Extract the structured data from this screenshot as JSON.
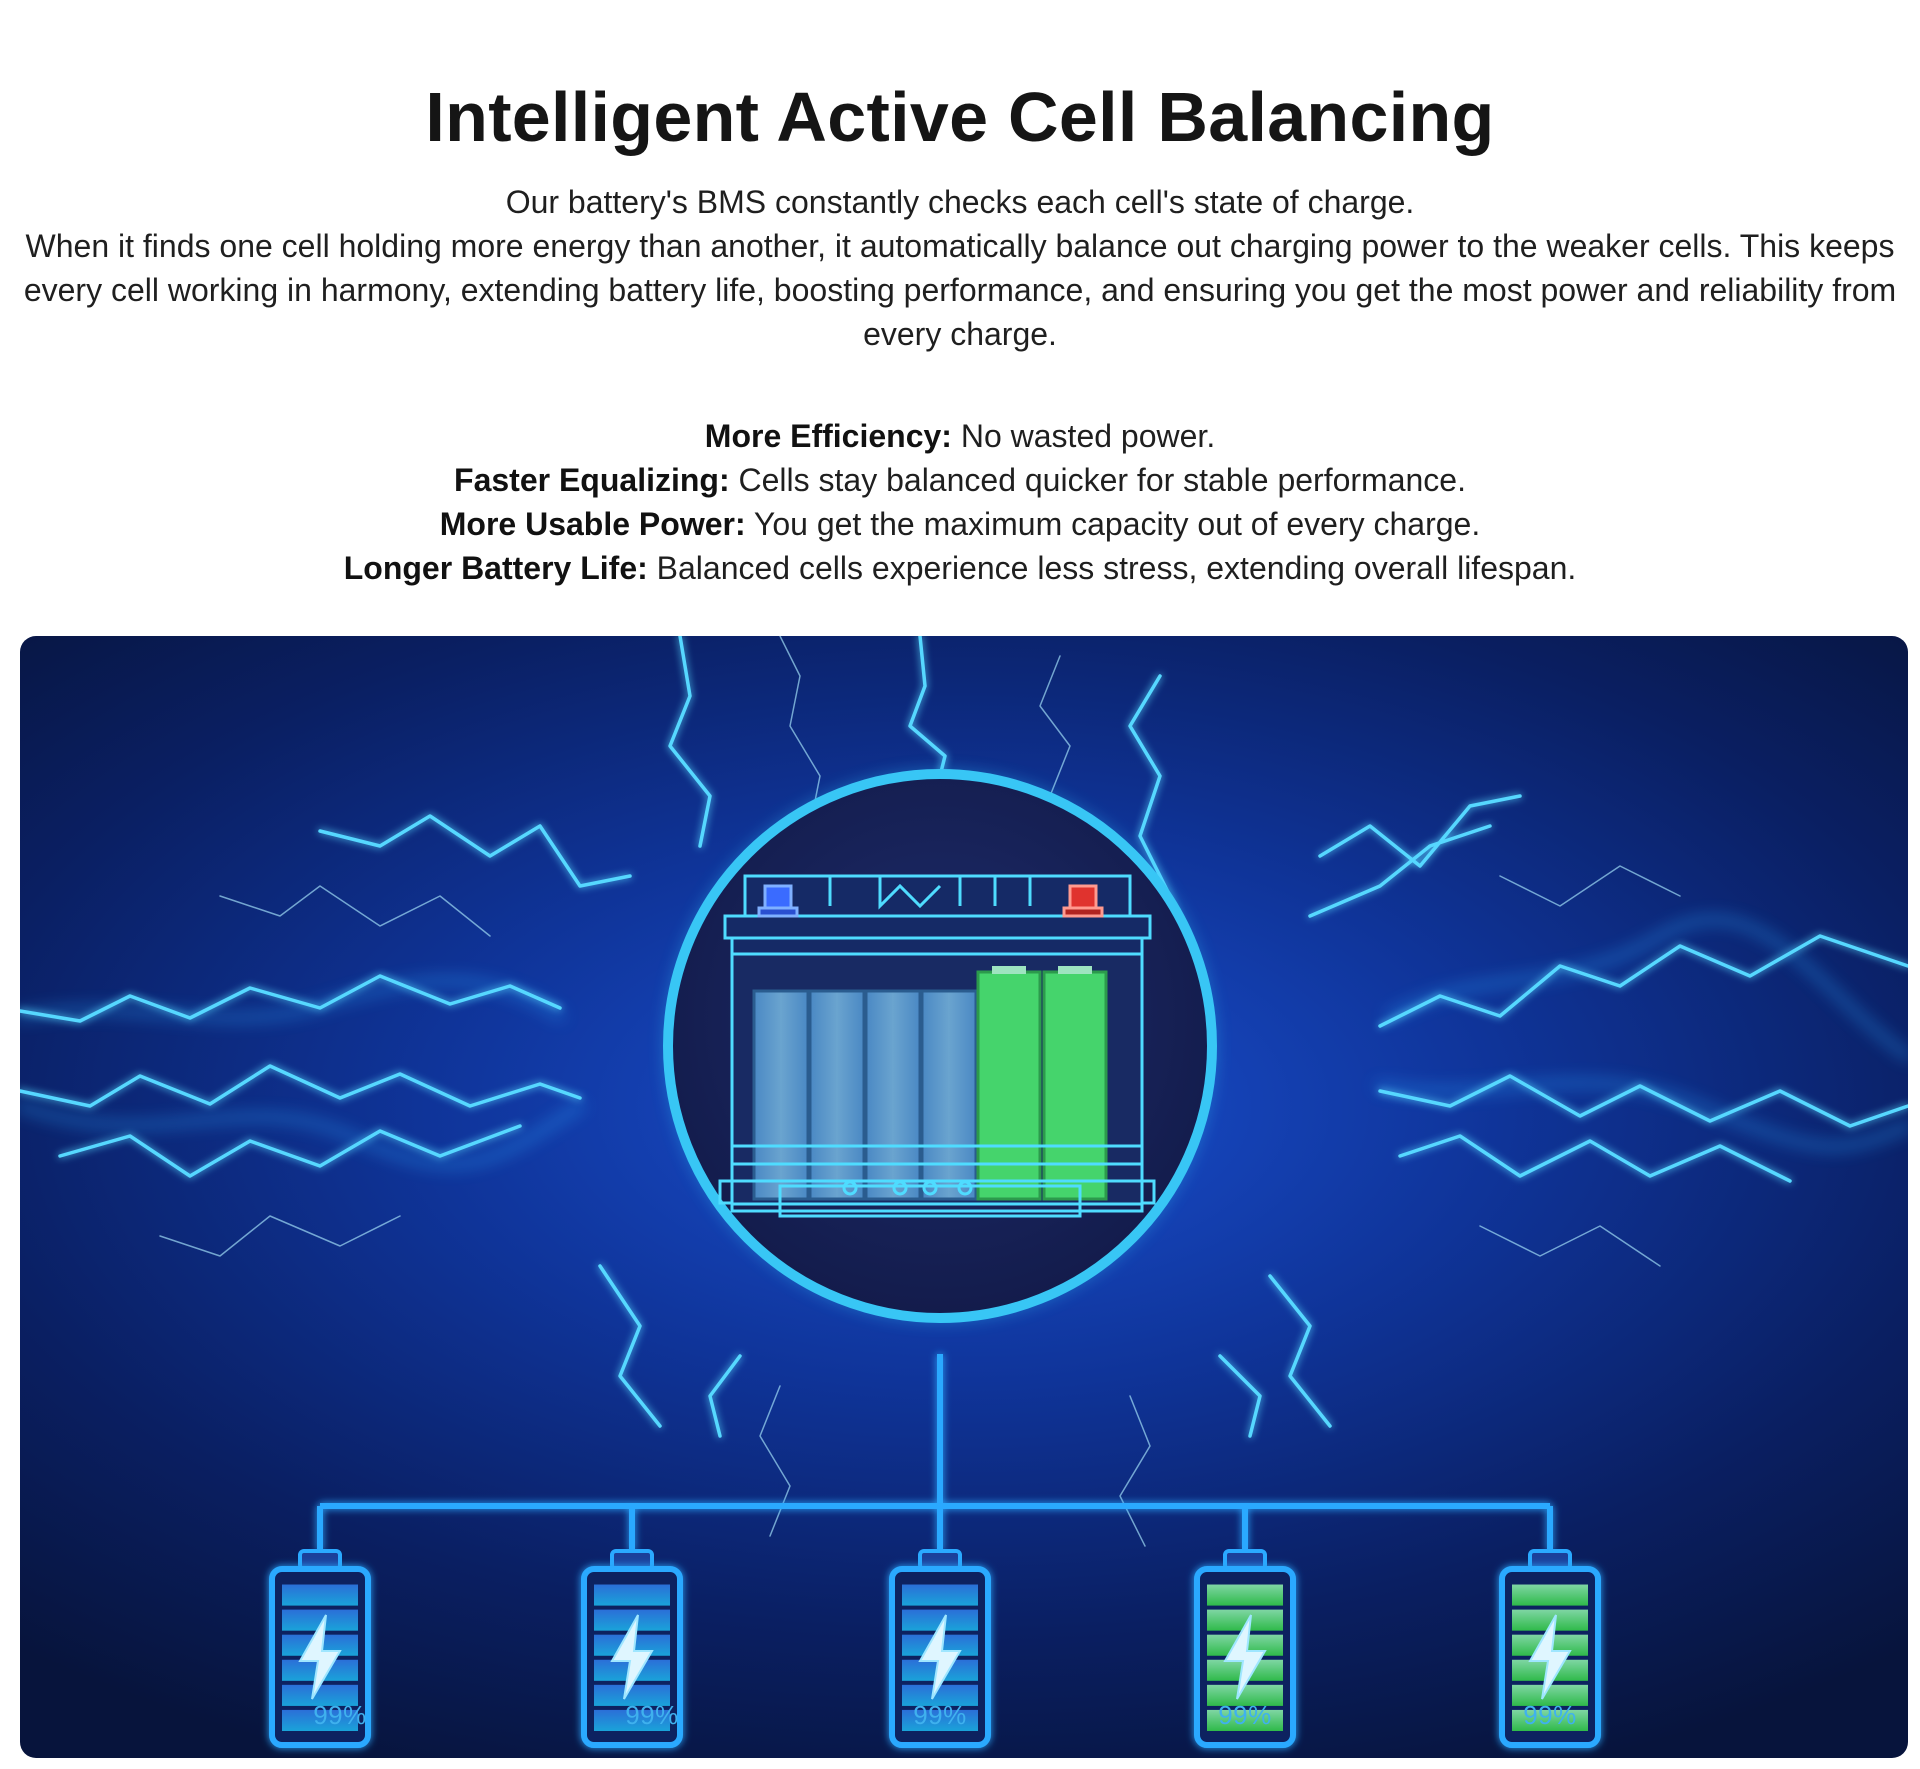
{
  "title": "Intelligent Active Cell Balancing",
  "intro": {
    "line1": "Our battery's BMS constantly checks each cell's state of charge.",
    "line2": "When it finds one cell holding more energy than another, it automatically balance out charging power to the weaker cells. This keeps every cell working in harmony, extending battery life, boosting performance, and ensuring you get the most power and reliability from every charge."
  },
  "benefits": [
    {
      "label": "More Efficiency:",
      "text": " No wasted power."
    },
    {
      "label": "Faster Equalizing:",
      "text": " Cells stay balanced quicker for stable performance."
    },
    {
      "label": "More Usable Power:",
      "text": " You get the maximum capacity out of every charge."
    },
    {
      "label": "Longer Battery Life:",
      "text": " Balanced cells experience less stress, extending overall lifespan."
    }
  ],
  "colors": {
    "panel_blue": "#0f3499",
    "ring_cyan": "#38c6f5",
    "cell_blue": "#4f8fc6",
    "cell_green": "#45d46c",
    "terminal_negative": "#3a6bff",
    "terminal_positive": "#e0332e",
    "lightning": "#4fd5ff"
  },
  "batteries": [
    {
      "percent": "99%",
      "charge": 0.99,
      "color": "blue"
    },
    {
      "percent": "99%",
      "charge": 0.99,
      "color": "blue"
    },
    {
      "percent": "99%",
      "charge": 0.99,
      "color": "blue"
    },
    {
      "percent": "99%",
      "charge": 0.99,
      "color": "green"
    },
    {
      "percent": "99%",
      "charge": 0.99,
      "color": "green"
    }
  ],
  "icons": {
    "hub": "car-battery-icon",
    "charge": "lightning-bolt-icon"
  }
}
